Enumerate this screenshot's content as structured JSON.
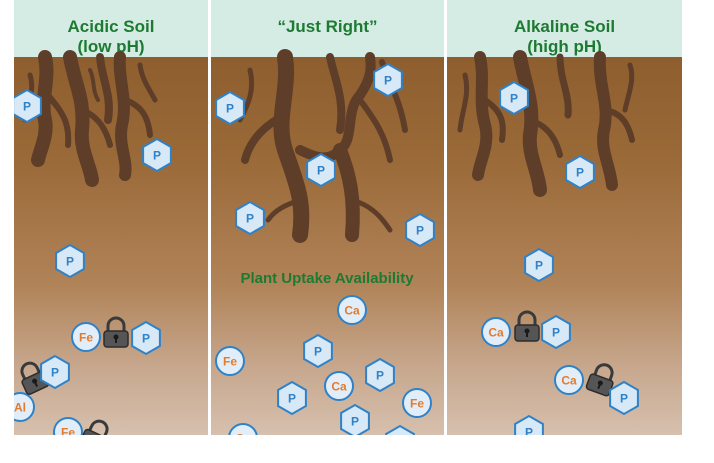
{
  "panels": [
    {
      "title_line1": "Acidic Soil",
      "title_line2": "(low pH)"
    },
    {
      "title_line1": "“Just Right”",
      "title_line2": ""
    },
    {
      "title_line1": "Alkaline Soil",
      "title_line2": "(high pH)"
    }
  ],
  "middle_label": "Plant Uptake Availability",
  "symbols": {
    "phosphorus": "P",
    "calcium": "Ca",
    "iron": "Fe",
    "aluminum": "Al"
  },
  "colors": {
    "header_bg": "#d4ece4",
    "header_text": "#1e7a32",
    "soil_top": "#8e5e2e",
    "soil_bottom": "#d6c0ae",
    "root": "#5e3e28",
    "phosphate_fill": "#d7e8f6",
    "phosphate_stroke": "#2f82c8",
    "cation_fill": "#e1eef9",
    "cation_text": "#e27b2e",
    "lock": "#555555"
  },
  "icons": [
    "root-icon",
    "phosphate-hexagon-icon",
    "cation-circle-icon",
    "padlock-icon"
  ]
}
